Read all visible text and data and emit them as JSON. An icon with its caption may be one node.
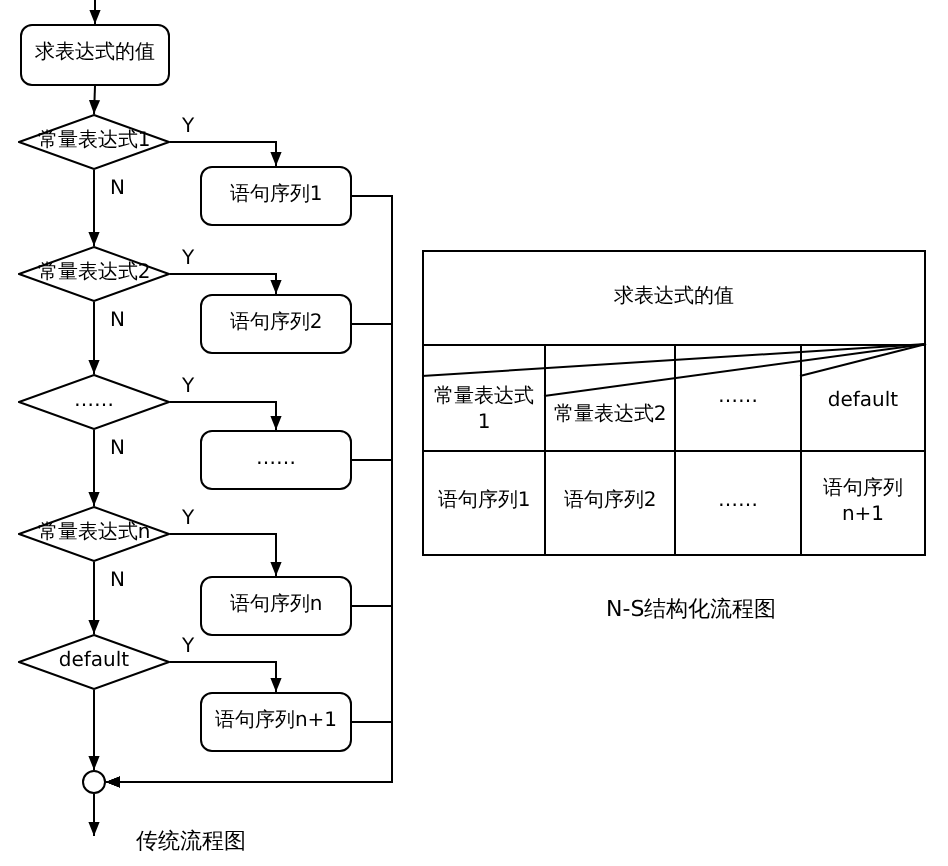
{
  "diagram": {
    "nodes": [
      {
        "text": [
          "求表达式的值"
        ]
      },
      {
        "text": [
          "常量表达式1"
        ]
      },
      {
        "text": [
          "语句序列1"
        ]
      },
      {
        "text": [
          "常量表达式2"
        ]
      },
      {
        "text": [
          "语句序列2"
        ]
      },
      {
        "text": [
          "……"
        ]
      },
      {
        "text": [
          "……"
        ]
      },
      {
        "text": [
          "常量表达式n"
        ]
      },
      {
        "text": [
          "语句序列n"
        ]
      },
      {
        "text": [
          "default"
        ]
      },
      {
        "text": [
          "语句序列n+1"
        ]
      },
      {
        "text": [],
        "shape": "circle"
      },
      {
        "text": [
          "求表达式的值"
        ]
      },
      {
        "text": [
          "常量表达式1"
        ]
      },
      {
        "text": [
          "常量表达式2"
        ]
      },
      {
        "text": [
          "……"
        ]
      },
      {
        "text": [
          "default"
        ]
      },
      {
        "text": [
          "语句序列1"
        ]
      },
      {
        "text": [
          "语句序列2"
        ]
      },
      {
        "text": [
          "……"
        ]
      },
      {
        "text": [
          "语句序列n+1"
        ]
      }
    ],
    "edges": [
      {
        "from": null,
        "to": 0,
        "arrow": "to"
      },
      {
        "from": 0,
        "to": 1,
        "arrow": "to"
      },
      {
        "from": 1,
        "to": 2,
        "label": "Y",
        "arrow": "to"
      },
      {
        "from": 1,
        "to": 3,
        "label": "N",
        "arrow": "to"
      },
      {
        "from": 3,
        "to": 4,
        "label": "Y",
        "arrow": "to"
      },
      {
        "from": 3,
        "to": 5,
        "label": "N",
        "arrow": "to"
      },
      {
        "from": 5,
        "to": 6,
        "label": "Y",
        "arrow": "to"
      },
      {
        "from": 5,
        "to": 7,
        "label": "N",
        "arrow": "to"
      },
      {
        "from": 7,
        "to": 8,
        "label": "Y",
        "arrow": "to"
      },
      {
        "from": 7,
        "to": 9,
        "label": "N",
        "arrow": "to"
      },
      {
        "from": 9,
        "to": 10,
        "label": "Y",
        "arrow": "to"
      },
      {
        "from": 9,
        "to": 11,
        "arrow": "to"
      },
      {
        "from": 2,
        "to": 11,
        "arrow": "to"
      },
      {
        "from": 4,
        "to": 11,
        "arrow": "to"
      },
      {
        "from": 6,
        "to": 11,
        "arrow": "to"
      },
      {
        "from": 8,
        "to": 11,
        "arrow": "to"
      },
      {
        "from": 10,
        "to": 11,
        "arrow": "to"
      },
      {
        "from": 11,
        "to": null,
        "arrow": "to"
      }
    ],
    "labels": [
      "传统流程图",
      "N-S结构化流程图"
    ]
  }
}
